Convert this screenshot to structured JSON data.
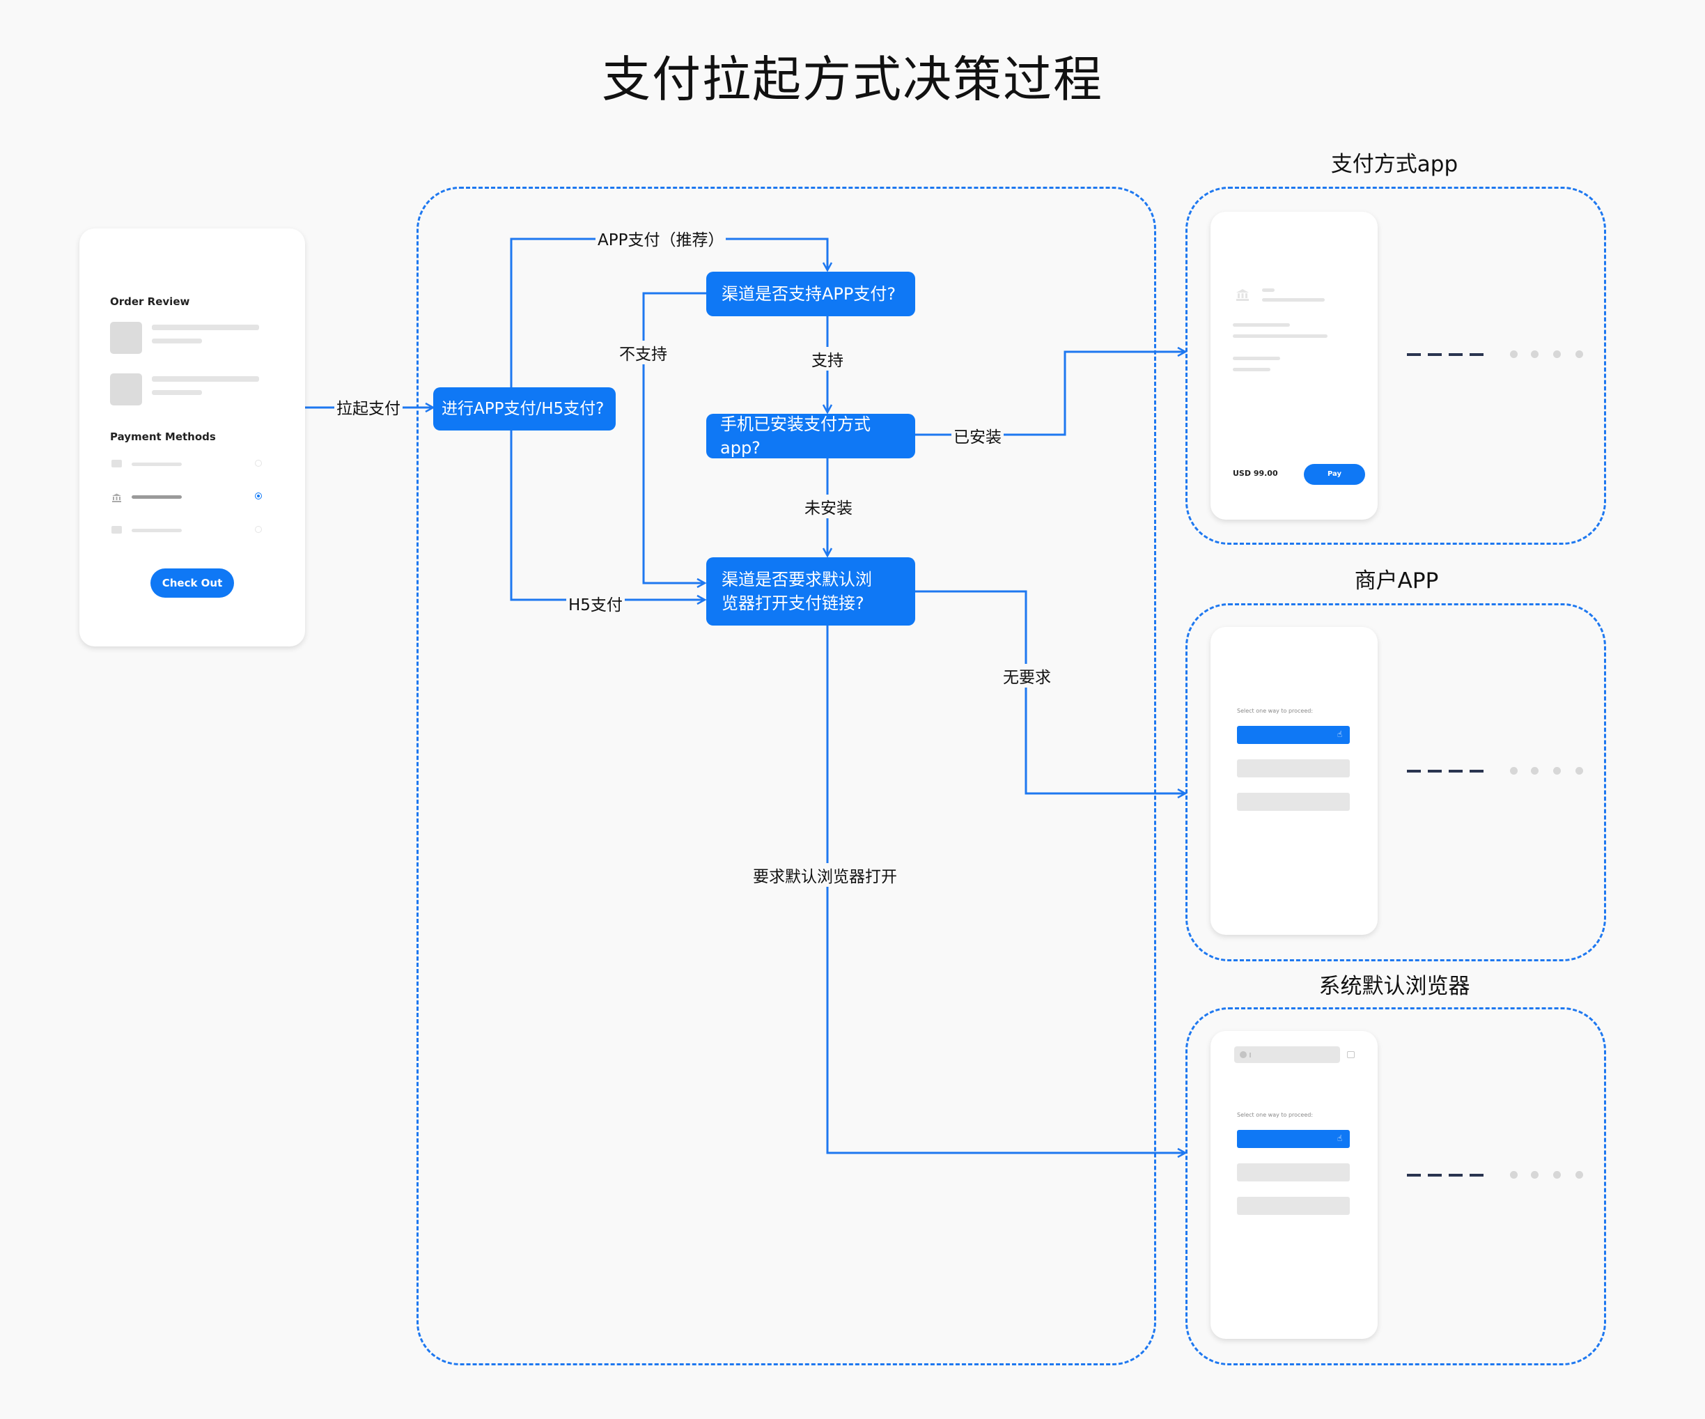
{
  "title": "支付拉起方式决策过程",
  "sections": {
    "payment_app": "支付方式app",
    "merchant_app": "商户APP",
    "browser": "系统默认浏览器"
  },
  "nodes": {
    "start": "进行APP支付/H5支付?",
    "support_app": "渠道是否支持APP支付?",
    "installed": "手机已安装支付方式app?",
    "require_browser_line1": "渠道是否要求默认浏",
    "require_browser_line2": "览器打开支付链接?"
  },
  "edges": {
    "initiate": "拉起支付",
    "app_pay": "APP支付（推荐）",
    "h5_pay": "H5支付",
    "not_supported": "不支持",
    "supported": "支持",
    "installed": "已安装",
    "not_installed": "未安装",
    "no_requirement": "无要求",
    "require_browser": "要求默认浏览器打开"
  },
  "checkout_phone": {
    "order_review": "Order Review",
    "payment_methods": "Payment Methods",
    "checkout_button": "Check Out"
  },
  "payapp_phone": {
    "amount": "USD 99.00",
    "pay_button": "Pay"
  },
  "merchant_phone": {
    "prompt": "Select one way to proceed:"
  },
  "browser_phone": {
    "prompt": "Select one way to proceed:"
  },
  "colors": {
    "accent": "#0f78f5",
    "dashed_border": "#1e78f0",
    "connector": "#1e78f0"
  }
}
